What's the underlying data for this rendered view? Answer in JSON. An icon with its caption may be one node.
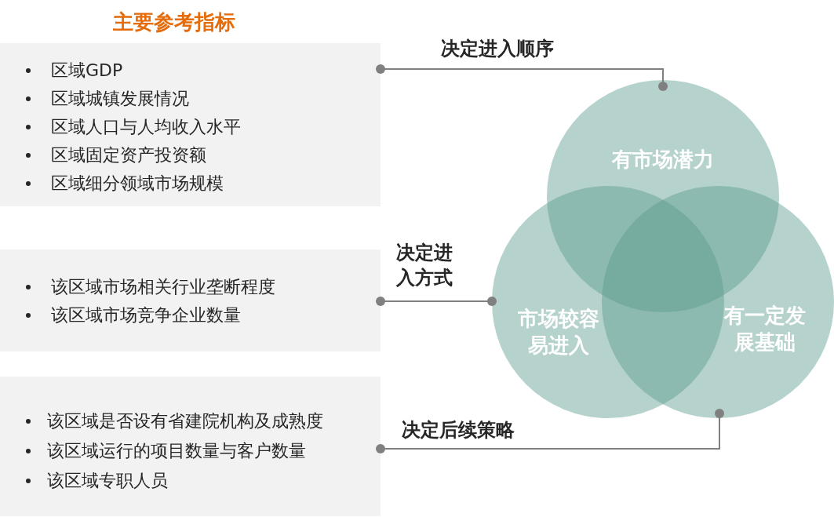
{
  "diagram": {
    "title": "主要参考指标",
    "nodes": [
      {
        "text": [
          "区域GDP",
          "区域城镇发展情况",
          "区域人口与人均收入水平",
          "区域固定资产投资额",
          "区域细分领域市场规模"
        ]
      },
      {
        "text": [
          "该区域市场相关行业垄断程度",
          "该区域市场竞争企业数量"
        ]
      },
      {
        "text": [
          "该区域是否设有省建院机构及成熟度",
          "该区域运行的项目数量与客户数量",
          "该区域专职人员"
        ]
      },
      {
        "text": [
          "有市场潜力"
        ]
      },
      {
        "text": [
          "市场较容易进入"
        ]
      },
      {
        "text": [
          "有一定发展基础"
        ]
      }
    ],
    "edges": [
      {
        "from": 0,
        "to": 3,
        "arrow": "other",
        "label": "决定进入顺序"
      },
      {
        "from": 1,
        "to": 4,
        "arrow": "other",
        "label": "决定进入方式"
      },
      {
        "from": 2,
        "to": 5,
        "arrow": "other",
        "label": "决定后续策略"
      }
    ]
  }
}
